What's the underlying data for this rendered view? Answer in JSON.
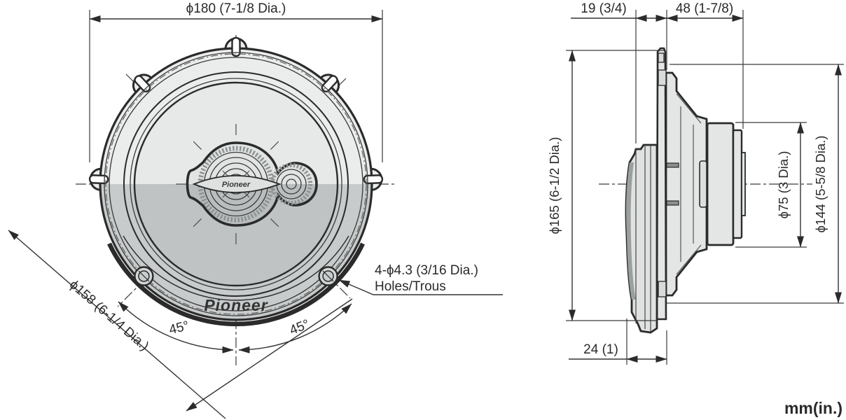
{
  "drawing": {
    "units_note": "mm(in.)",
    "front_view": {
      "overall_diameter": "ϕ180 (7-1/8 Dia.)",
      "bolt_circle_diameter": "ϕ158 (6-1/4 Dia.)",
      "mounting_holes_line1": "4-ϕ4.3 (3/16 Dia.)",
      "mounting_holes_line2": "Holes/Trous",
      "left_angle": "45°",
      "right_angle": "45°",
      "brand_logo": "Pioneer",
      "center_badge": "Pioneer"
    },
    "side_view": {
      "front_protrusion_depth": "24 (1)",
      "front_depth": "19 (3/4)",
      "rear_depth": "48 (1-7/8)",
      "overall_diameter": "ϕ165 (6-1/2 Dia.)",
      "magnet_diameter": "ϕ75 (3 Dia.)",
      "frame_diameter": "ϕ144 (5-5/8 Dia.)"
    },
    "colors": {
      "line": "#2b2b2b",
      "fill_light": "#ebecec",
      "fill_shadow": "#c7cbcb"
    }
  }
}
